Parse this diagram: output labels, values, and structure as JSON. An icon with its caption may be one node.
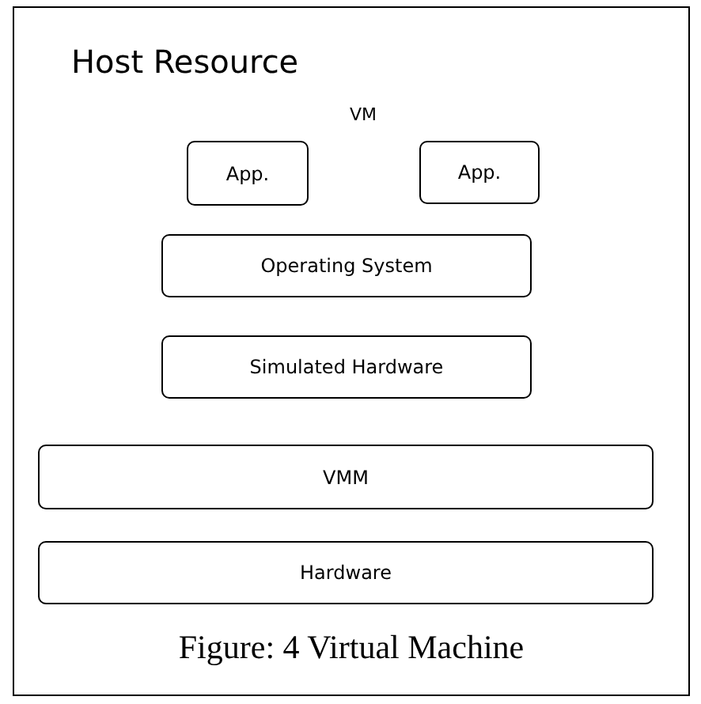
{
  "diagram": {
    "caption": "Figure: 4 Virtual Machine",
    "nodes": [
      {
        "text": [
          "Host Resource"
        ]
      },
      {
        "text": [
          "App."
        ],
        "in": 0
      },
      {
        "text": [
          "App."
        ],
        "in": 0
      },
      {
        "text": [
          "Operating System"
        ],
        "in": 0
      },
      {
        "text": [
          "Simulated Hardware"
        ],
        "in": 0
      },
      {
        "text": [
          "VMM"
        ],
        "in": 0
      },
      {
        "text": [
          "Hardware"
        ],
        "in": 0
      }
    ],
    "labels": [
      "VM"
    ]
  }
}
